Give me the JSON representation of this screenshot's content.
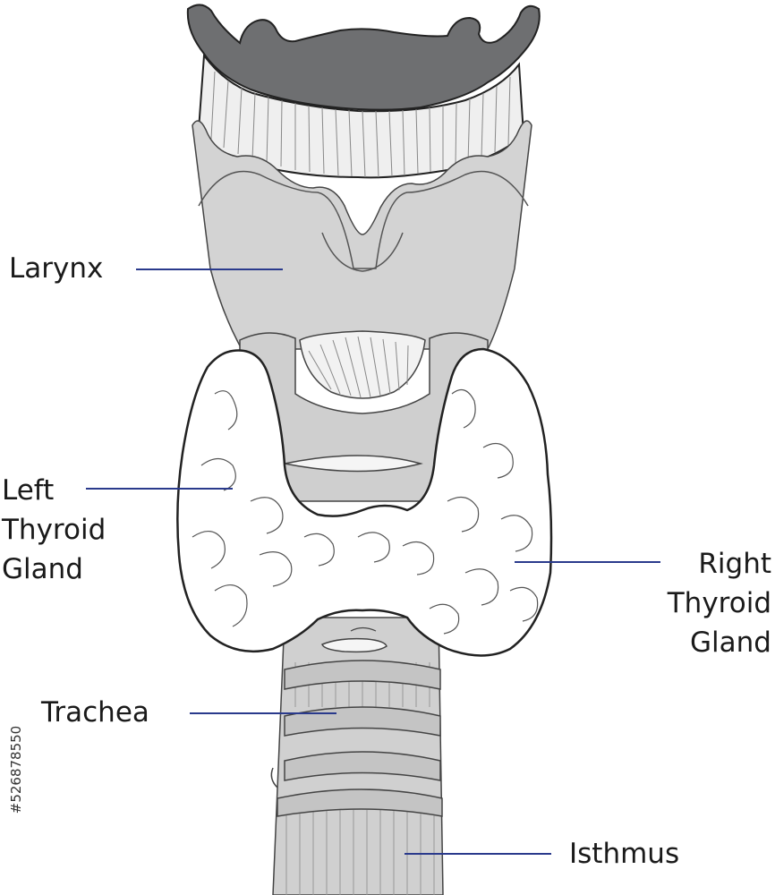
{
  "labels": {
    "larynx": "Larynx",
    "left_thyroid_1": "Left",
    "left_thyroid_2": "Thyroid",
    "left_thyroid_3": "Gland",
    "right_thyroid_1": "Right",
    "right_thyroid_2": "Thyroid",
    "right_thyroid_3": "Gland",
    "trachea": "Trachea",
    "isthmus": "Isthmus"
  },
  "watermark_id": "#526878550",
  "colors": {
    "label_line": "#2a3a8c",
    "cartilage": "#d0d0d0",
    "cartilage_dark": "#6e6f71",
    "gland": "#ffffff",
    "outline": "#222222"
  }
}
